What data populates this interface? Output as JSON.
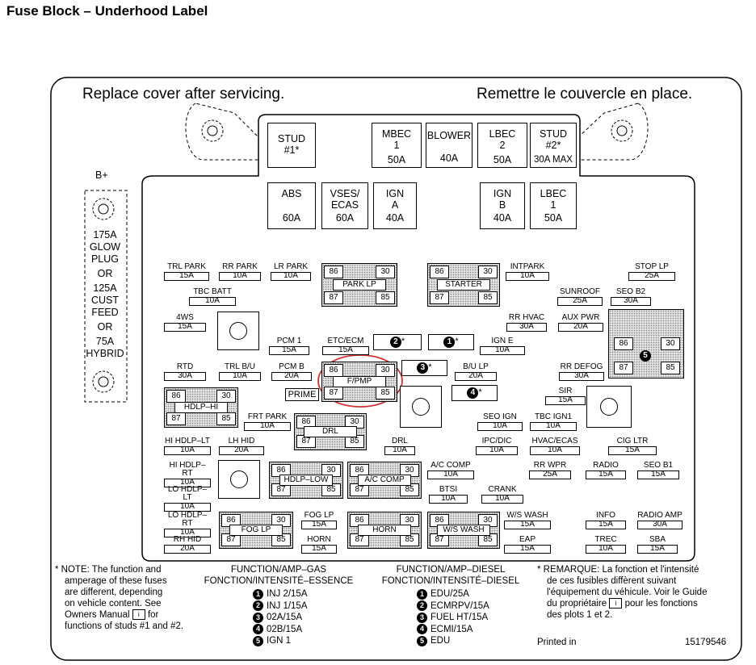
{
  "page_title": "Fuse Block – Underhood Label",
  "header": {
    "left": "Replace cover after servicing.",
    "right": "Remettre le couvercle en place."
  },
  "bplus": "B+",
  "side_text": [
    "175A",
    "GLOW",
    "PLUG",
    "OR",
    "125A",
    "CUST",
    "FEED",
    "OR",
    "75A",
    "HYBRID"
  ],
  "top_fuses": [
    {
      "lines": [
        "STUD",
        "#1*"
      ],
      "amp": ""
    },
    {
      "lines": [
        "MBEC",
        "1"
      ],
      "amp": "50A"
    },
    {
      "lines": [
        "BLOWER"
      ],
      "amp": "40A"
    },
    {
      "lines": [
        "LBEC",
        "2"
      ],
      "amp": "50A"
    },
    {
      "lines": [
        "STUD",
        "#2*"
      ],
      "amp": "30A MAX"
    }
  ],
  "second_fuses": [
    {
      "lines": [
        "ABS"
      ],
      "amp": "60A"
    },
    {
      "lines": [
        "VSES/",
        "ECAS"
      ],
      "amp": "60A"
    },
    {
      "lines": [
        "IGN",
        "A"
      ],
      "amp": "40A"
    },
    {
      "lines": [
        "IGN",
        "B"
      ],
      "amp": "40A"
    },
    {
      "lines": [
        "LBEC",
        "1"
      ],
      "amp": "50A"
    }
  ],
  "mini_fuses": [
    {
      "name": "TRL PARK",
      "amp": "15A"
    },
    {
      "name": "RR PARK",
      "amp": "10A"
    },
    {
      "name": "LR PARK",
      "amp": "10A"
    },
    {
      "name": "INTPARK",
      "amp": "10A"
    },
    {
      "name": "STOP LP",
      "amp": "25A"
    },
    {
      "name": "TBC BATT",
      "amp": "10A"
    },
    {
      "name": "SUNROOF",
      "amp": "25A"
    },
    {
      "name": "SEO B2",
      "amp": "30A"
    },
    {
      "name": "4WS",
      "amp": "15A"
    },
    {
      "name": "RR HVAC",
      "amp": "30A"
    },
    {
      "name": "AUX PWR",
      "amp": "20A"
    },
    {
      "name": "PCM 1",
      "amp": "15A"
    },
    {
      "name": "ETC/ECM",
      "amp": "15A"
    },
    {
      "name": "IGN E",
      "amp": "10A"
    },
    {
      "name": "RTD",
      "amp": "30A"
    },
    {
      "name": "TRL B/U",
      "amp": "10A"
    },
    {
      "name": "PCM B",
      "amp": "20A"
    },
    {
      "name": "B/U LP",
      "amp": "20A"
    },
    {
      "name": "RR DEFOG",
      "amp": "30A"
    },
    {
      "name": "SIR",
      "amp": "15A"
    },
    {
      "name": "FRT PARK",
      "amp": "10A"
    },
    {
      "name": "SEO IGN",
      "amp": "10A"
    },
    {
      "name": "TBC IGN1",
      "amp": "10A"
    },
    {
      "name": "HI HDLP–LT",
      "amp": "10A"
    },
    {
      "name": "LH HID",
      "amp": "20A"
    },
    {
      "name": "DRL",
      "amp": "10A"
    },
    {
      "name": "IPC/DIC",
      "amp": "10A"
    },
    {
      "name": "HVAC/ECAS",
      "amp": "10A"
    },
    {
      "name": "CIG LTR",
      "amp": "15A"
    },
    {
      "name": "HI HDLP–RT",
      "amp": "10A"
    },
    {
      "name": "A/C COMP",
      "amp": "10A"
    },
    {
      "name": "RR WPR",
      "amp": "25A"
    },
    {
      "name": "RADIO",
      "amp": "15A"
    },
    {
      "name": "SEO B1",
      "amp": "15A"
    },
    {
      "name": "LO HDLP–LT",
      "amp": "10A"
    },
    {
      "name": "BTSI",
      "amp": "10A"
    },
    {
      "name": "CRANK",
      "amp": "10A"
    },
    {
      "name": "LO HDLP–RT",
      "amp": "10A"
    },
    {
      "name": "FOG LP",
      "amp": "15A"
    },
    {
      "name": "W/S WASH",
      "amp": "15A"
    },
    {
      "name": "INFO",
      "amp": "15A"
    },
    {
      "name": "RADIO AMP",
      "amp": "30A"
    },
    {
      "name": "RH HID",
      "amp": "20A"
    },
    {
      "name": "HORN",
      "amp": "15A"
    },
    {
      "name": "EAP",
      "amp": "15A"
    },
    {
      "name": "TREC",
      "amp": "10A"
    },
    {
      "name": "SBA",
      "amp": "15A"
    }
  ],
  "prime": "PRIME",
  "relays": [
    {
      "name": "PARK LP"
    },
    {
      "name": "STARTER"
    },
    {
      "name": "F/PMP"
    },
    {
      "name": "HDLP–HI"
    },
    {
      "name": "DRL"
    },
    {
      "name": "HDLP–LOW"
    },
    {
      "name": "A/C COMP"
    },
    {
      "name": "FOG LP"
    },
    {
      "name": "HORN"
    },
    {
      "name": "W/S WASH"
    }
  ],
  "pins": [
    "86",
    "30",
    "87",
    "85"
  ],
  "numbered": [
    "2",
    "1",
    "3",
    "4",
    "5"
  ],
  "star": "*",
  "footer": {
    "note_en": [
      "* NOTE:  The function and",
      "amperage of these fuses",
      "are different, depending",
      "on vehicle content.  See",
      "Owners Manual",
      "for",
      "functions of studs #1 and #2."
    ],
    "gas_title": [
      "FUNCTION/AMP–GAS",
      "FONCTION/INTENSITÉ–ESSENCE"
    ],
    "gas": [
      "INJ 2/15A",
      "INJ 1/15A",
      "02A/15A",
      "02B/15A",
      "IGN 1"
    ],
    "diesel_title": [
      "FUNCTION/AMP–DIESEL",
      "FONCTION/INTENSITÉ–DIESEL"
    ],
    "diesel": [
      "EDU/25A",
      "ECMRPV/15A",
      "FUEL HT/15A",
      "ECMI/15A",
      "EDU"
    ],
    "note_fr": [
      "* REMARQUE:  La fonction et l'intensité",
      "de ces fusibles diffèrent suivant",
      "l'équipement du véhicule. Voir le Guide",
      "du propriétaire",
      "pour les fonctions",
      "des plots 1 et 2."
    ],
    "printed": "Printed in",
    "part": "15179546"
  }
}
